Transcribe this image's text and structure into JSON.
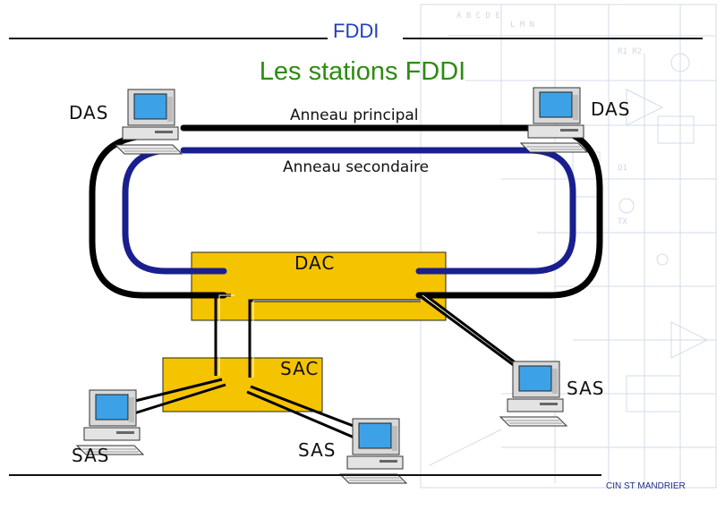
{
  "slide": {
    "title": "FDDI",
    "subtitle": "Les stations FDDI",
    "footer": "CIN ST MANDRIER"
  },
  "rings": {
    "primary_label": "Anneau principal",
    "secondary_label": "Anneau secondaire"
  },
  "nodes": {
    "das_left": "DAS",
    "das_right": "DAS",
    "dac": "DAC",
    "sac": "SAC",
    "sas_right": "SAS",
    "sas_bottom_left": "SAS",
    "sas_bottom_center": "SAS"
  },
  "colors": {
    "title": "#1f3fbf",
    "subtitle": "#2e8b12",
    "primary_ring": "#000000",
    "secondary_ring": "#1a1f8f",
    "concentrator_fill": "#f5c400"
  }
}
